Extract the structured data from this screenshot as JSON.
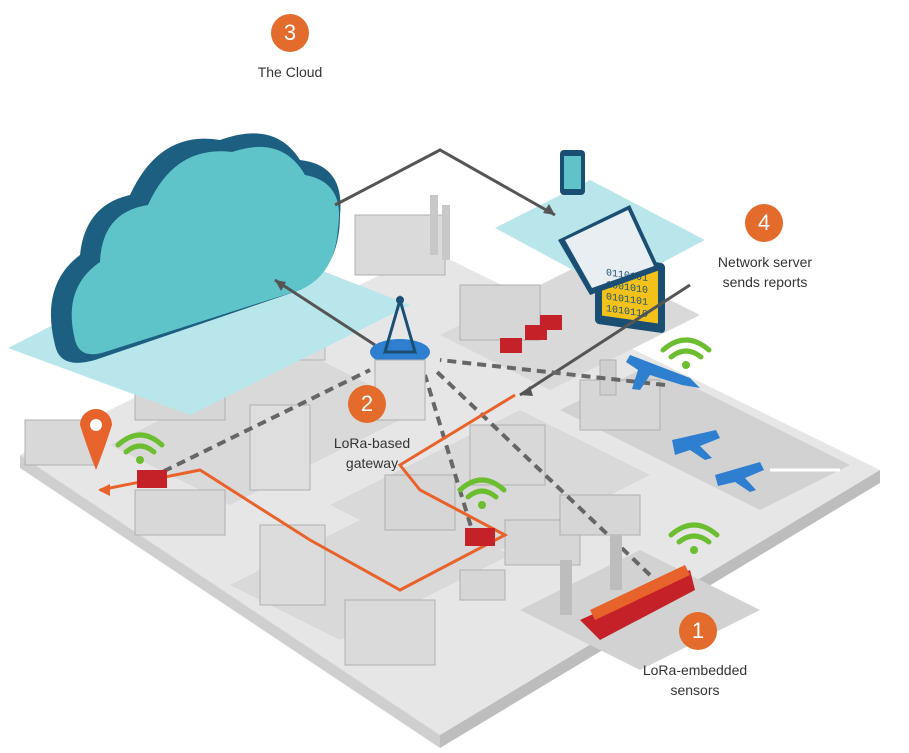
{
  "colors": {
    "badge": "#e36b2c",
    "route": "#e8632b",
    "cloud_light": "#5fc4c9",
    "cloud_dark": "#1d5f80",
    "ground": "#e6e6e6",
    "building": "#d4d4d4",
    "accent_blue": "#2f7fd1",
    "wifi_green": "#6cbd2f",
    "truck_red": "#c42128",
    "pad": "#b9e6ea"
  },
  "steps": [
    {
      "number": "1",
      "label_lines": [
        "LoRa-embedded",
        "sensors"
      ]
    },
    {
      "number": "2",
      "label_lines": [
        "LoRa-based",
        "gateway"
      ]
    },
    {
      "number": "3",
      "label_lines": [
        "The Cloud"
      ]
    },
    {
      "number": "4",
      "label_lines": [
        "Network server",
        "sends reports"
      ]
    }
  ],
  "icons": [
    "cloud-icon",
    "cell-tower-icon",
    "laptop-icon",
    "phone-icon",
    "wifi-icon",
    "truck-icon",
    "airplane-icon",
    "ship-icon",
    "location-pin-icon"
  ],
  "laptop_screen": "0110101\n1001010\n0101101\n1010110"
}
